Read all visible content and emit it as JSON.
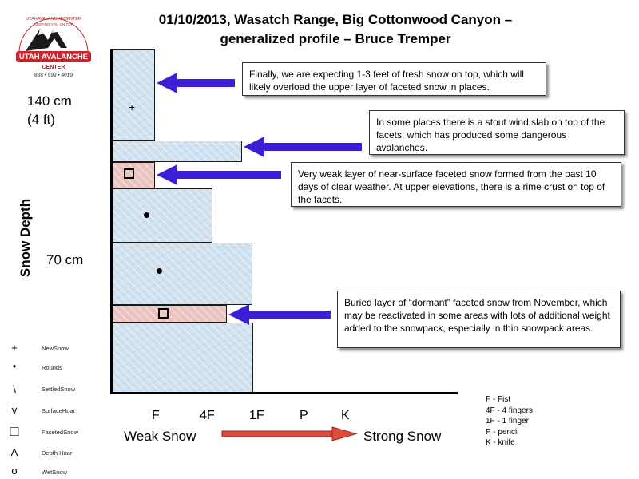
{
  "title_line1": "01/10/2013, Wasatch Range, Big Cottonwood Canyon –",
  "title_line2": "generalized profile – Bruce Tremper",
  "logo": {
    "ring_text": "KEEPING YOU ON TOP",
    "site_text": "UTAHAVALANCHECENTER",
    "name": "UTAH AVALANCHE",
    "sub": "CENTER",
    "phone": "888 • 999 • 4019"
  },
  "depth_labels": {
    "top": "140 cm",
    "top_ft": "(4 ft)",
    "mid": "70 cm"
  },
  "y_axis_label": "Snow Depth",
  "hardness_ticks": [
    "F",
    "4F",
    "1F",
    "P",
    "K"
  ],
  "weak_label": "Weak Snow",
  "strong_label": "Strong Snow",
  "layer_symbols": {
    "new_snow": "+"
  },
  "callouts": [
    "Finally, we are expecting 1-3 feet of fresh snow on top, which will likely overload the upper layer of faceted snow in places.",
    "In some places there is a stout wind slab on top of the facets, which has produced some dangerous avalanches.",
    "Very weak layer of near-surface faceted snow formed from the past 10 days of clear weather.  At upper elevations, there is a rime crust on top of the facets.",
    "Buried layer of “dormant” faceted snow from November, which may be reactivated in some areas with lots of additional weight added to the snowpack, especially in thin snowpack areas."
  ],
  "legend": [
    {
      "symbol": "+",
      "label": "NewSnow"
    },
    {
      "symbol": "•",
      "label": "Rounds"
    },
    {
      "symbol": "\\",
      "label": "SettledSnow"
    },
    {
      "symbol": "v",
      "label": "SurfaceHoar"
    },
    {
      "symbol": "□",
      "label": "FacetedSnow"
    },
    {
      "symbol": "Λ",
      "label": "Depth Hoar"
    },
    {
      "symbol": "o",
      "label": "WetSnow"
    }
  ],
  "hardness_key": [
    "F - Fist",
    "4F - 4 fingers",
    "1F - 1 finger",
    "P - pencil",
    "K - knife"
  ],
  "colors": {
    "snow_layer": "#cfe0ee",
    "facet_layer": "#e9c3c0",
    "callout_arrow": "#3a1fd6",
    "weak_strong_arrow": "#e04a3a",
    "logo_red": "#c8262c"
  }
}
